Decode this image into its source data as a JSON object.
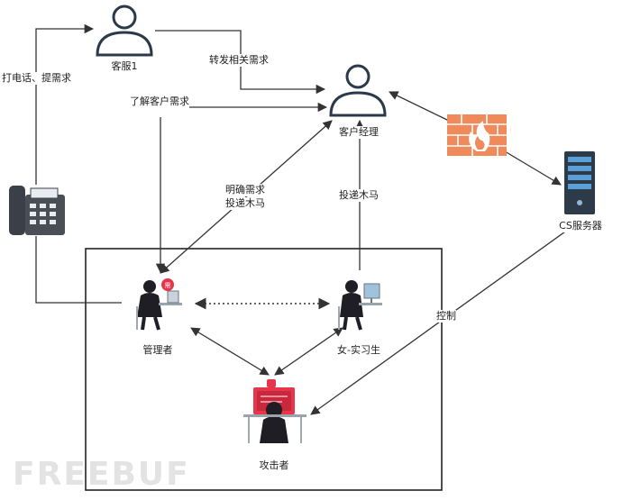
{
  "nodes": {
    "kefu": "客服1",
    "manager": "客户经理",
    "cs_server": "CS服务器",
    "admin": "管理者",
    "intern": "女-实习生",
    "attacker": "攻击者"
  },
  "edges": {
    "phone_call": "打电话、提需求",
    "forward": "转发相关需求",
    "learn": "了解客户需求",
    "clarify_line1": "明确需求",
    "clarify_line2": "投递木马",
    "deliver": "投递木马",
    "control": "控制"
  },
  "watermark": "FREEBUF",
  "colors": {
    "firewall": "#f08a5b",
    "line": "#333333",
    "person_stroke": "#2b3a4a",
    "screen_red": "#e8354b",
    "server_dark": "#2d3b48"
  },
  "icons": [
    "person-icon",
    "firewall-icon",
    "server-icon",
    "phone-icon",
    "hacker-icon"
  ]
}
